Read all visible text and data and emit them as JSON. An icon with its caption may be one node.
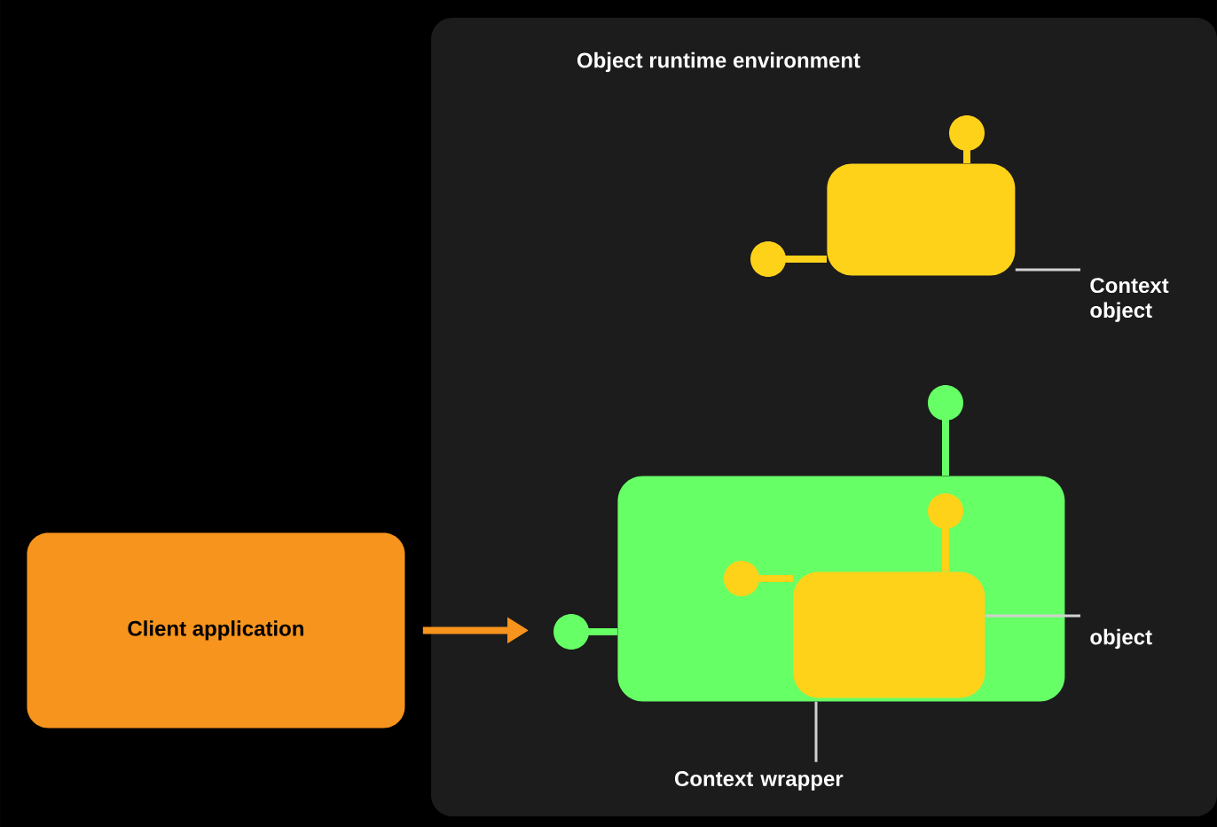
{
  "diagram": {
    "nodes": [
      {
        "text": [
          "Object runtime environment"
        ]
      },
      {
        "text": [],
        "shape": "box",
        "in": 0
      },
      {
        "text": [
          "Context object"
        ],
        "in": 0
      },
      {
        "text": [],
        "shape": "box",
        "in": 0
      },
      {
        "text": [],
        "shape": "box",
        "in": 3
      },
      {
        "text": [
          "object"
        ],
        "in": 0
      },
      {
        "text": [
          "Context wrapper"
        ],
        "in": 0
      },
      {
        "text": [
          "Client application"
        ]
      }
    ],
    "edges": [
      {
        "from": 2,
        "to": 1,
        "arrow": "none"
      },
      {
        "from": 5,
        "to": 4,
        "arrow": "none"
      },
      {
        "from": 6,
        "to": 3,
        "arrow": "none"
      },
      {
        "from": 7,
        "to": 3,
        "arrow": "to",
        "style": "thick",
        "color": "#f7941d"
      }
    ]
  }
}
